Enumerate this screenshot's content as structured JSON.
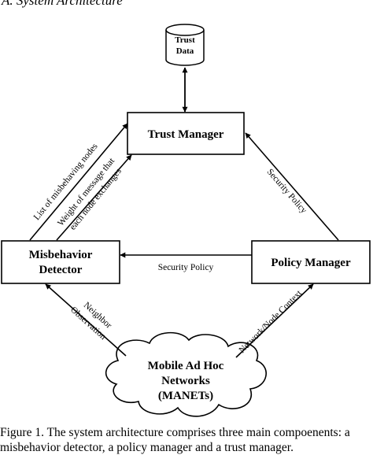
{
  "section_heading": "A.   System Architecture",
  "nodes": {
    "trust_data": [
      "Trust",
      "Data"
    ],
    "trust_manager": "Trust Manager",
    "misbehavior_detector": [
      "Misbehavior",
      "Detector"
    ],
    "policy_manager": "Policy Manager",
    "manets": [
      "Mobile Ad Hoc",
      "Networks",
      "(MANETs)"
    ]
  },
  "edge_labels": {
    "misbehaving_nodes": "List of misbehaving nodes",
    "weight_line1": "Weight of message that",
    "weight_line2": "each node exchanges",
    "security_policy_diag": "Security Policy",
    "security_policy_horiz": "Security Policy",
    "neighbor_line1": "Neighbor",
    "neighbor_line2": "Observation",
    "network_context": "Network/Node Context"
  },
  "caption": {
    "line1": "Figure 1. The system architecture comprises three main compoenents: a",
    "line2": "misbehavior detector, a policy manager and a trust manager."
  }
}
